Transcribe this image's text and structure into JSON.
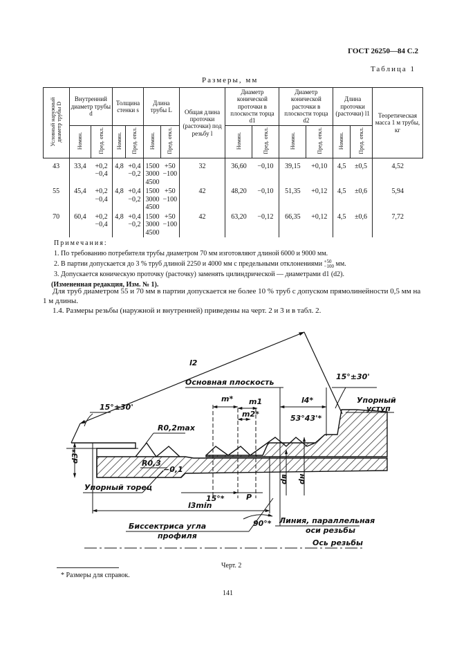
{
  "header": "ГОСТ  26250—84 С.2",
  "table_label": "Таблица 1",
  "sizes_label": "Размеры, мм",
  "columns": {
    "D": "Условный наружный диаметр трубы D",
    "d_group": "Внутренний диаметр трубы d",
    "s_group": "Толщина стенки s",
    "L_group": "Длина трубы L",
    "l_total": "Общая длина проточки (расточки) под резьбу l",
    "d1_group": "Диаметр конической проточки в плоскости торца d1",
    "d2_group": "Диаметр конической расточки в плоскости торца d2",
    "l1_group": "Длина проточки (расточки) l1",
    "mass": "Теоретическая масса 1 м трубы, кг",
    "nom": "Номин.",
    "dev": "Пред. откл."
  },
  "rows": [
    {
      "D": "43",
      "d": "33,4",
      "d_dev": "+0,2\n−0,4",
      "s": "4,8",
      "s_dev": "+0,4\n−0,2",
      "L": "1500\n3000\n4500",
      "L_dev": "+50\n−100",
      "l": "32",
      "d1": "36,60",
      "d1_dev": "−0,10",
      "d2": "39,15",
      "d2_dev": "+0,10",
      "l1": "4,5",
      "l1_dev": "±0,5",
      "mass": "4,52"
    },
    {
      "D": "55",
      "d": "45,4",
      "d_dev": "+0,2\n−0,4",
      "s": "4,8",
      "s_dev": "+0,4\n−0,2",
      "L": "1500\n3000\n4500",
      "L_dev": "+50\n−100",
      "l": "42",
      "d1": "48,20",
      "d1_dev": "−0,10",
      "d2": "51,35",
      "d2_dev": "+0,12",
      "l1": "4,5",
      "l1_dev": "±0,6",
      "mass": "5,94"
    },
    {
      "D": "70",
      "d": "60,4",
      "d_dev": "+0,2\n−0,4",
      "s": "4,8",
      "s_dev": "+0,4\n−0,2",
      "L": "1500\n3000\n4500",
      "L_dev": "+50\n−100",
      "l": "42",
      "d1": "63,20",
      "d1_dev": "−0,12",
      "d2": "66,35",
      "d2_dev": "+0,12",
      "l1": "4,5",
      "l1_dev": "±0,6",
      "mass": "7,72"
    }
  ],
  "notes": {
    "heading": "Примечания:",
    "n1": "1. По требованию потребителя трубы диаметром 70 мм изготовляют длиной 6000 и 9000 мм.",
    "n2_before": "2. В партии допускается до 3 % труб длиной 2250 и 4000 мм с предельными отклонениями",
    "n2_sup": "+50",
    "n2_sub": "−100",
    "n2_after": "мм.",
    "n3": "3. Допускается коническую проточку (расточку) заменять цилиндрической — диаметрами d1 (d2).",
    "edit": "(Измененная редакция, Изм. № 1)."
  },
  "paragraph1": "Для труб диаметром 55 и 70 мм в партии допускается не более 10 % труб с допуском прямолинейности 0,5 мм на 1 м длины.",
  "paragraph2": "1.4. Размеры резьбы (наружной и внутренней) приведены на черт. 2 и 3 и в табл. 2.",
  "drawing_labels": {
    "l2": "l2",
    "angle_right": "15°±30'",
    "angle_left": "15°±30'",
    "basic_plane": "Основная плоскость",
    "m": "m*",
    "m1": "m1",
    "m2": "m2*",
    "l4": "l4*",
    "angle_53": "53°43'*",
    "stop_shoulder_1": "Упорный",
    "stop_shoulder_2": "уступ",
    "r02": "R0,2max",
    "r03": "R0,3",
    "r03_tol": "−0,1",
    "d3": "d3*",
    "stop_face": "Упорный торец",
    "angle_15": "15°*",
    "p": "P",
    "dv": "dв",
    "dn": "dн",
    "l3": "l3min",
    "bisector_1": "Биссектриса угла",
    "bisector_2": "профиля",
    "angle_90": "90°*",
    "parallel_1": "Линия, параллельная",
    "parallel_2": "оси резьбы",
    "thread_axis": "Ось резьбы"
  },
  "caption": "Черт. 2",
  "footnote": "* Размеры для справок.",
  "page_number": "141"
}
